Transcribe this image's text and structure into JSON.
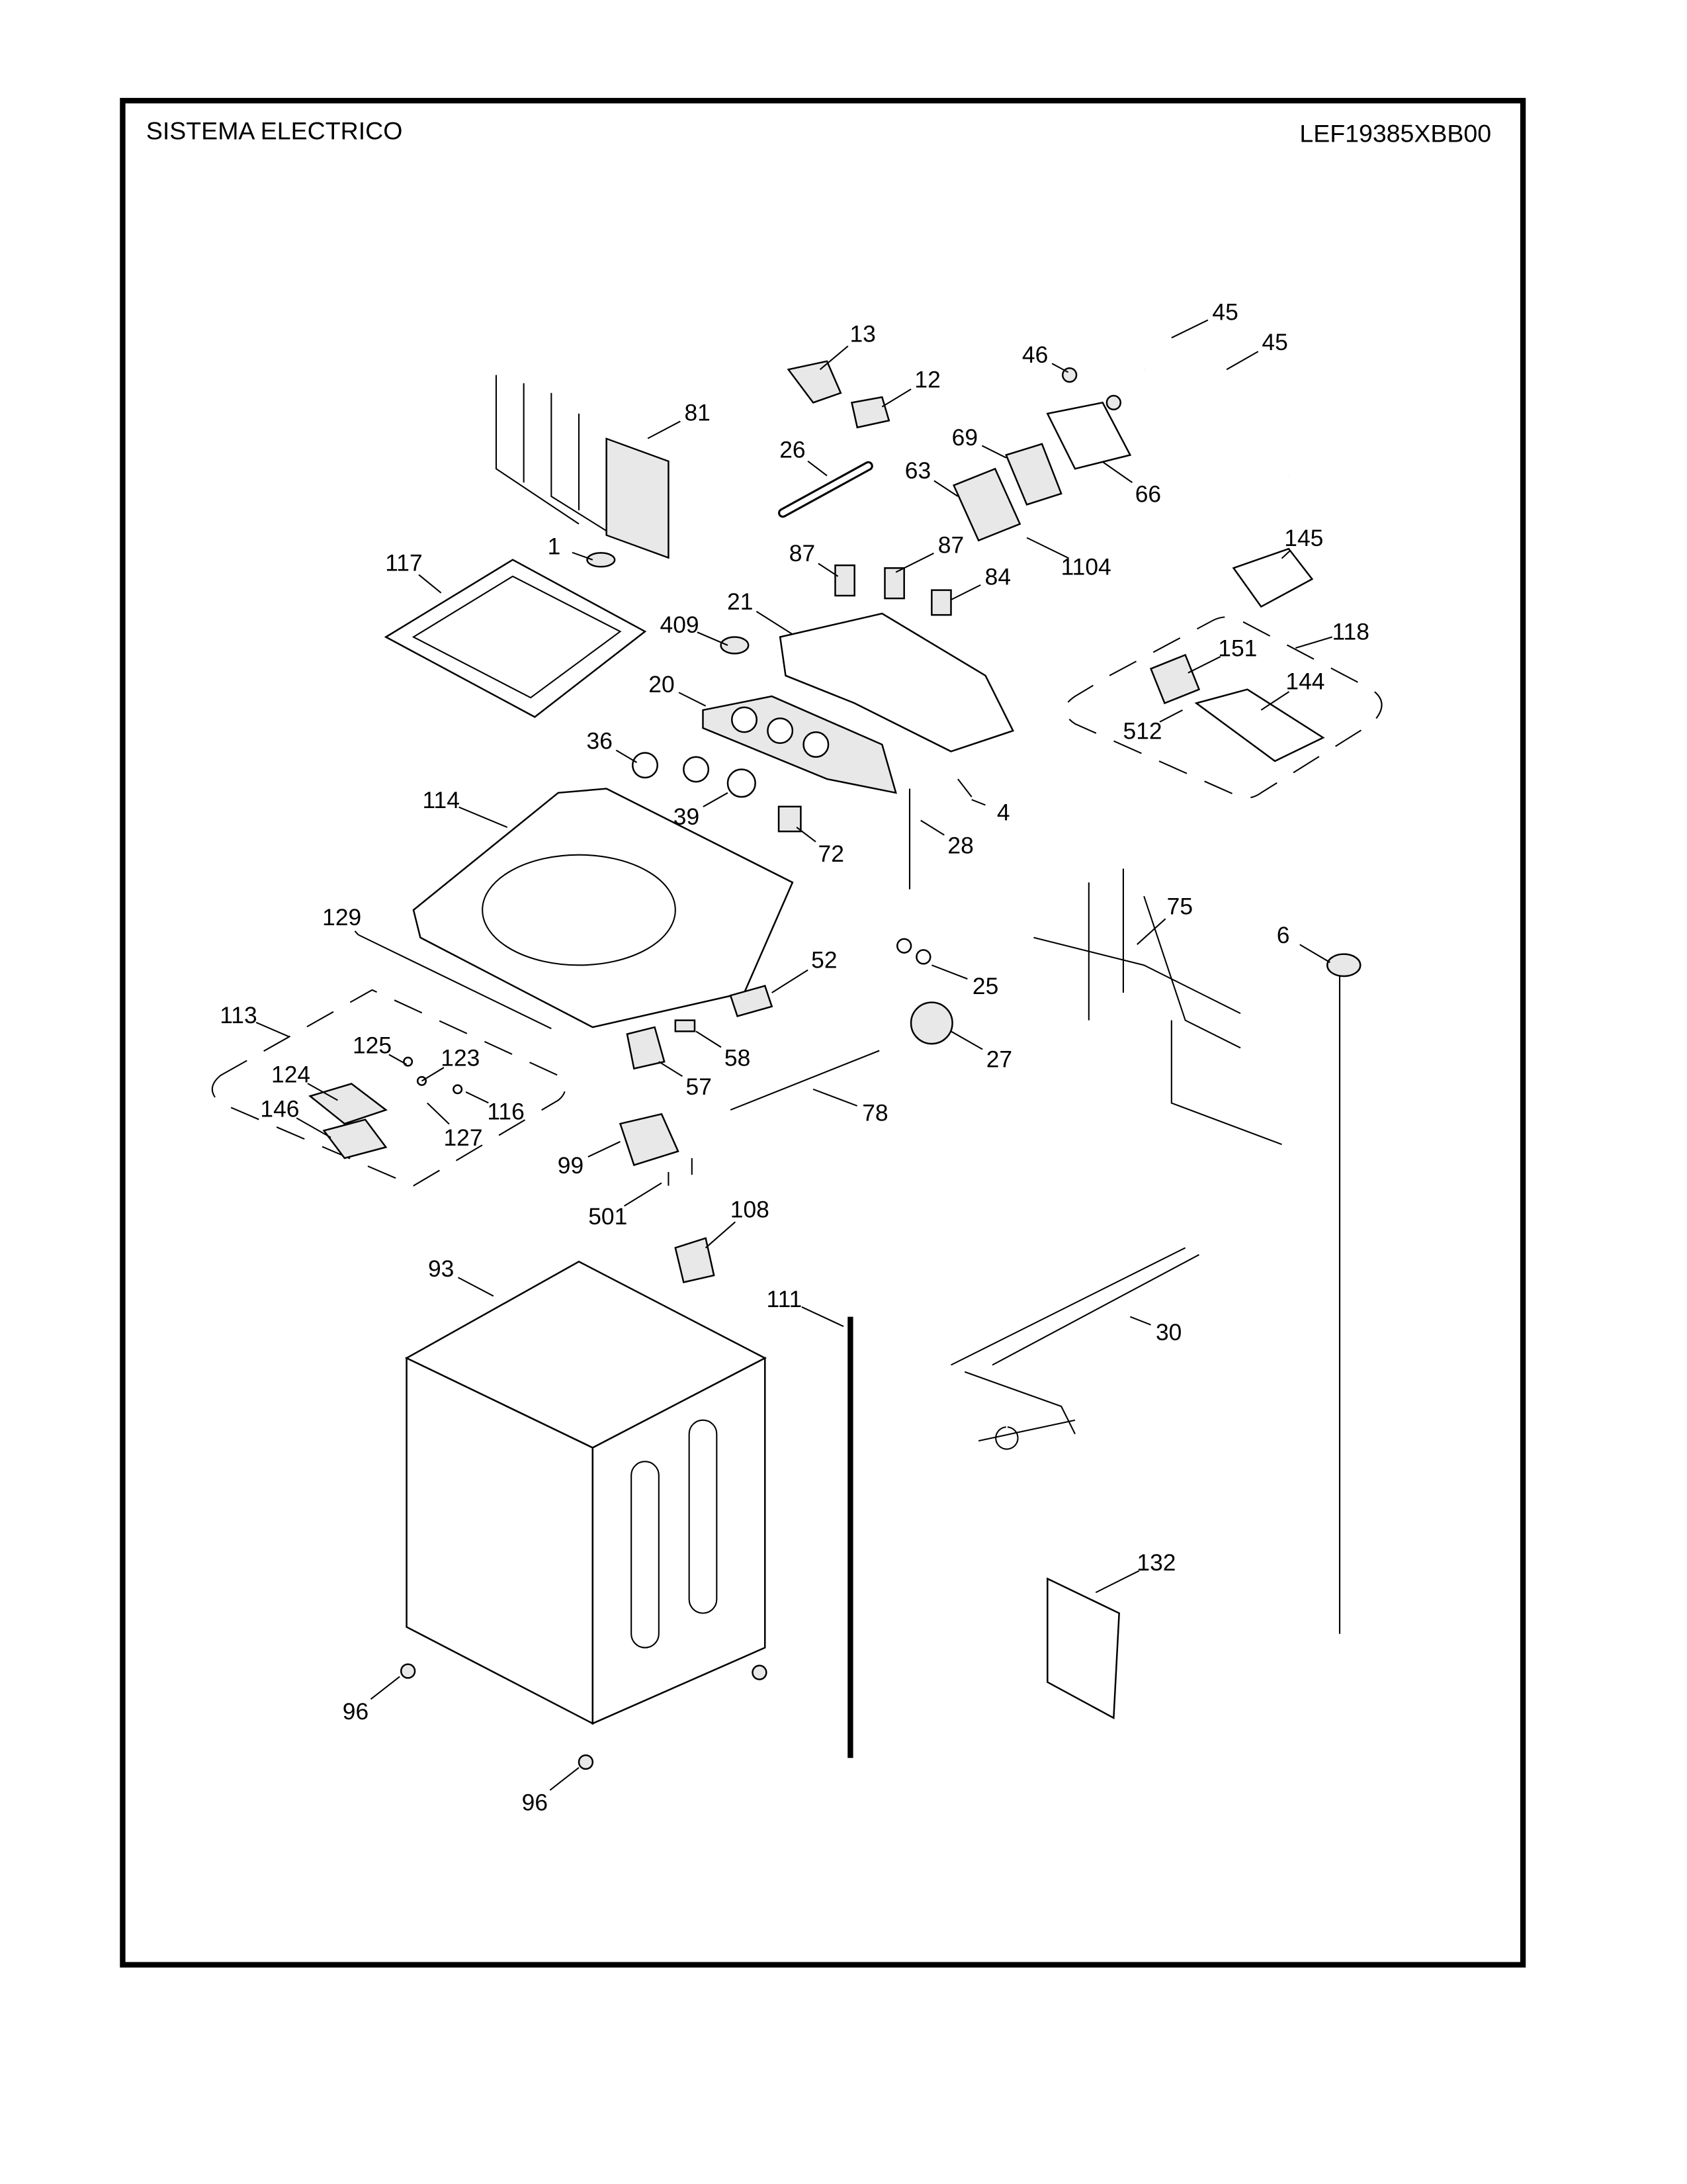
{
  "header": {
    "title": "SISTEMA ELECTRICO",
    "model": "LEF19385XBB00"
  },
  "callouts": [
    "13",
    "12",
    "46",
    "45",
    "45",
    "81",
    "26",
    "69",
    "63",
    "66",
    "1",
    "117",
    "87",
    "87",
    "1104",
    "145",
    "84",
    "21",
    "409",
    "118",
    "151",
    "20",
    "144",
    "512",
    "36",
    "114",
    "39",
    "4",
    "72",
    "28",
    "75",
    "129",
    "6",
    "52",
    "25",
    "113",
    "125",
    "123",
    "58",
    "27",
    "124",
    "57",
    "116",
    "146",
    "127",
    "78",
    "99",
    "501",
    "108",
    "93",
    "111",
    "30",
    "132",
    "96",
    "96"
  ],
  "colors": {
    "line": "#000000",
    "background": "#ffffff",
    "part_fill": "#e8e8e8"
  }
}
